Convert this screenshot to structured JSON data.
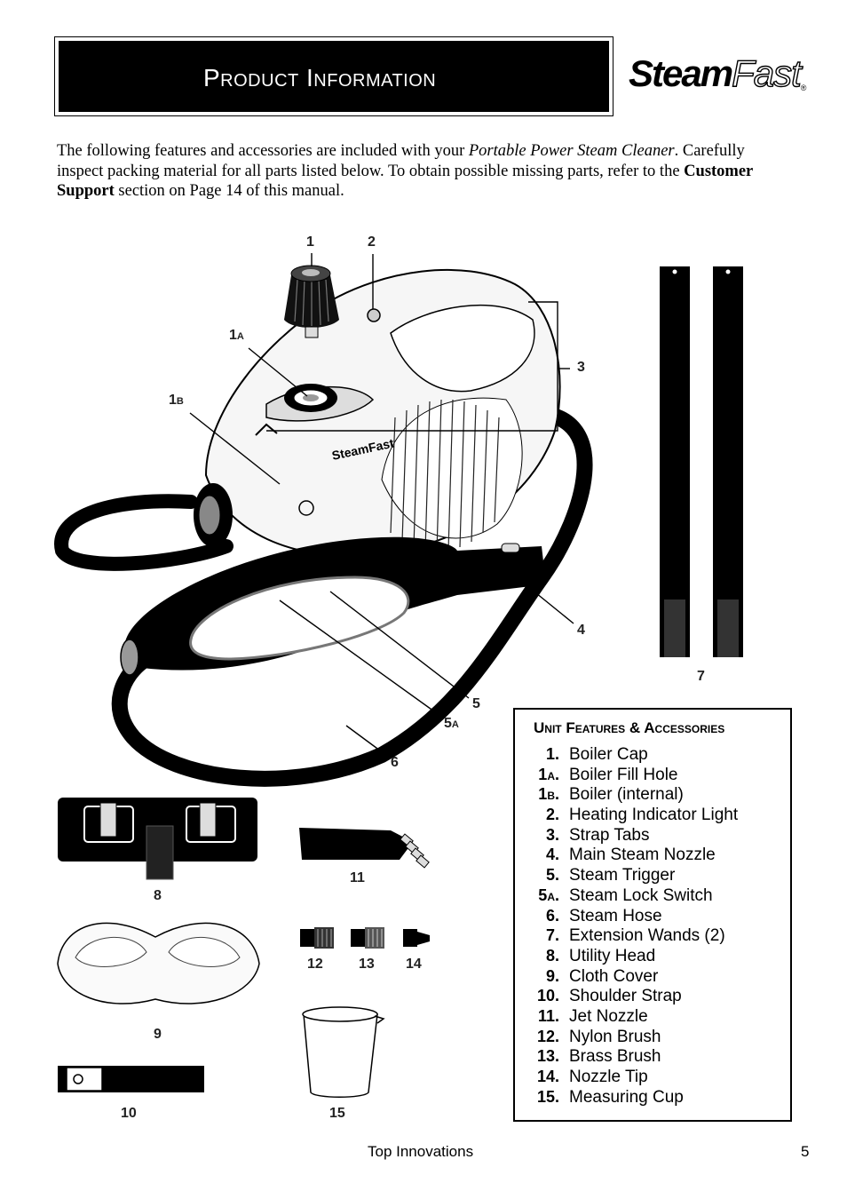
{
  "header": {
    "title": "Product Information"
  },
  "logo": {
    "part1": "Steam",
    "part2": "Fast",
    "registered": "®"
  },
  "intro": {
    "s1": "The following features and accessories are included with your ",
    "product_name": "Portable Power Steam Cleaner",
    "s2": ". Carefully inspect packing material for all parts listed below.  To obtain possible missing parts, refer to the ",
    "support_link": "Customer Support",
    "s3": " section on Page 14 of this manual."
  },
  "diagram": {
    "body_brand": "SteamFast",
    "callouts": [
      {
        "num": "1"
      },
      {
        "num": "2"
      },
      {
        "num": "1",
        "suffix": "A"
      },
      {
        "num": "1",
        "suffix": "B"
      },
      {
        "num": "3"
      },
      {
        "num": "4"
      },
      {
        "num": "5"
      },
      {
        "num": "5",
        "suffix": "A"
      },
      {
        "num": "6"
      },
      {
        "num": "7"
      },
      {
        "num": "8"
      },
      {
        "num": "9"
      },
      {
        "num": "10"
      },
      {
        "num": "11"
      },
      {
        "num": "12"
      },
      {
        "num": "13"
      },
      {
        "num": "14"
      },
      {
        "num": "15"
      }
    ]
  },
  "features": {
    "title": "Unit Features & Accessories",
    "items": [
      {
        "num": "1.",
        "label": "Boiler Cap"
      },
      {
        "num": "1A.",
        "label": "Boiler Fill Hole"
      },
      {
        "num": "1B.",
        "label": "Boiler (internal)"
      },
      {
        "num": "2.",
        "label": "Heating Indicator Light"
      },
      {
        "num": "3.",
        "label": "Strap Tabs"
      },
      {
        "num": "4.",
        "label": "Main Steam Nozzle"
      },
      {
        "num": "5.",
        "label": "Steam Trigger"
      },
      {
        "num": "5A.",
        "label": "Steam Lock Switch"
      },
      {
        "num": "6.",
        "label": "Steam Hose"
      },
      {
        "num": "7.",
        "label": "Extension Wands (2)"
      },
      {
        "num": "8.",
        "label": "Utility Head"
      },
      {
        "num": "9.",
        "label": "Cloth Cover"
      },
      {
        "num": "10.",
        "label": "Shoulder Strap"
      },
      {
        "num": "11.",
        "label": "Jet Nozzle"
      },
      {
        "num": "12.",
        "label": "Nylon Brush"
      },
      {
        "num": "13.",
        "label": "Brass Brush"
      },
      {
        "num": "14.",
        "label": "Nozzle Tip"
      },
      {
        "num": "15.",
        "label": "Measuring Cup"
      }
    ]
  },
  "footer": {
    "company": "Top Innovations",
    "page": "5"
  }
}
